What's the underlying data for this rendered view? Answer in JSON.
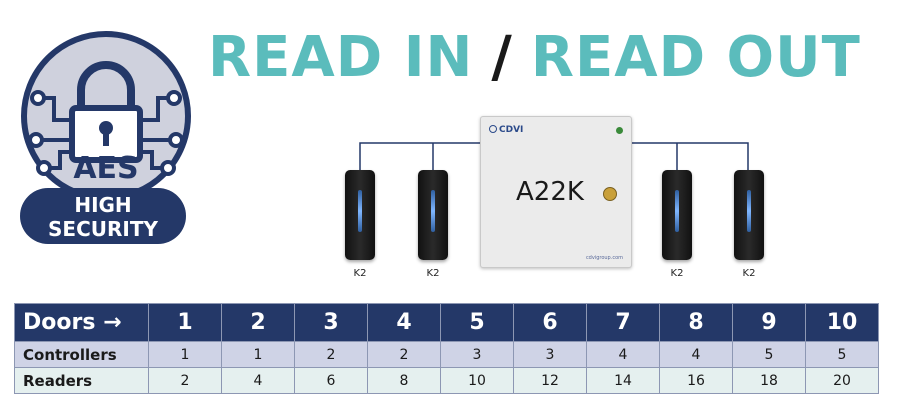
{
  "headline": {
    "part1": "READ IN",
    "separator": "/",
    "part2": "READ OUT",
    "accent_color": "#5bbcbc"
  },
  "badge": {
    "icon": "padlock-circuit-icon",
    "label": "AES",
    "security_line1": "HIGH",
    "security_line2": "SECURITY",
    "brand_color": "#243868"
  },
  "diagram": {
    "controller": {
      "brand": "CDVI",
      "model": "A22K",
      "website": "cdvigroup.com"
    },
    "readers": [
      {
        "label": "K2"
      },
      {
        "label": "K2"
      },
      {
        "label": "K2"
      },
      {
        "label": "K2"
      }
    ]
  },
  "table": {
    "header_label": "Doors →",
    "doors": [
      "1",
      "2",
      "3",
      "4",
      "5",
      "6",
      "7",
      "8",
      "9",
      "10"
    ],
    "rows": [
      {
        "label": "Controllers",
        "values": [
          "1",
          "1",
          "2",
          "2",
          "3",
          "3",
          "4",
          "4",
          "5",
          "5"
        ]
      },
      {
        "label": "Readers",
        "values": [
          "2",
          "4",
          "6",
          "8",
          "10",
          "12",
          "14",
          "16",
          "18",
          "20"
        ]
      }
    ]
  }
}
